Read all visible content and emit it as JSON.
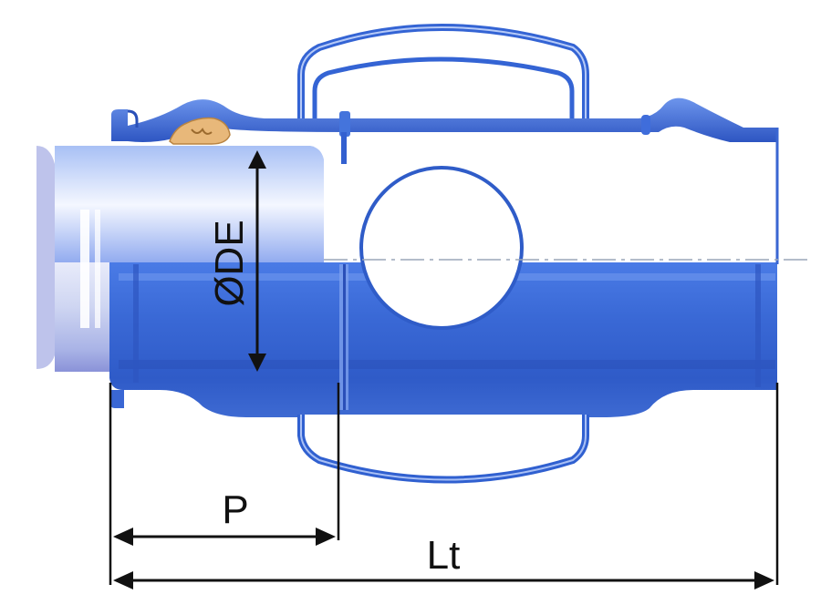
{
  "labels": {
    "diameter": "ØDE",
    "socket_depth": "P",
    "total_length": "Lt"
  },
  "colors": {
    "pipe_blue": "#3f6fd8",
    "pipe_blue_dark": "#2a4fb8",
    "pipe_blue_light": "#c8d7fb",
    "spigot_gray": "#c9cbe8",
    "gasket": "#e8b87a",
    "dimension_line": "#111111"
  },
  "icons": {
    "gasket": "gasket-seal-icon"
  }
}
